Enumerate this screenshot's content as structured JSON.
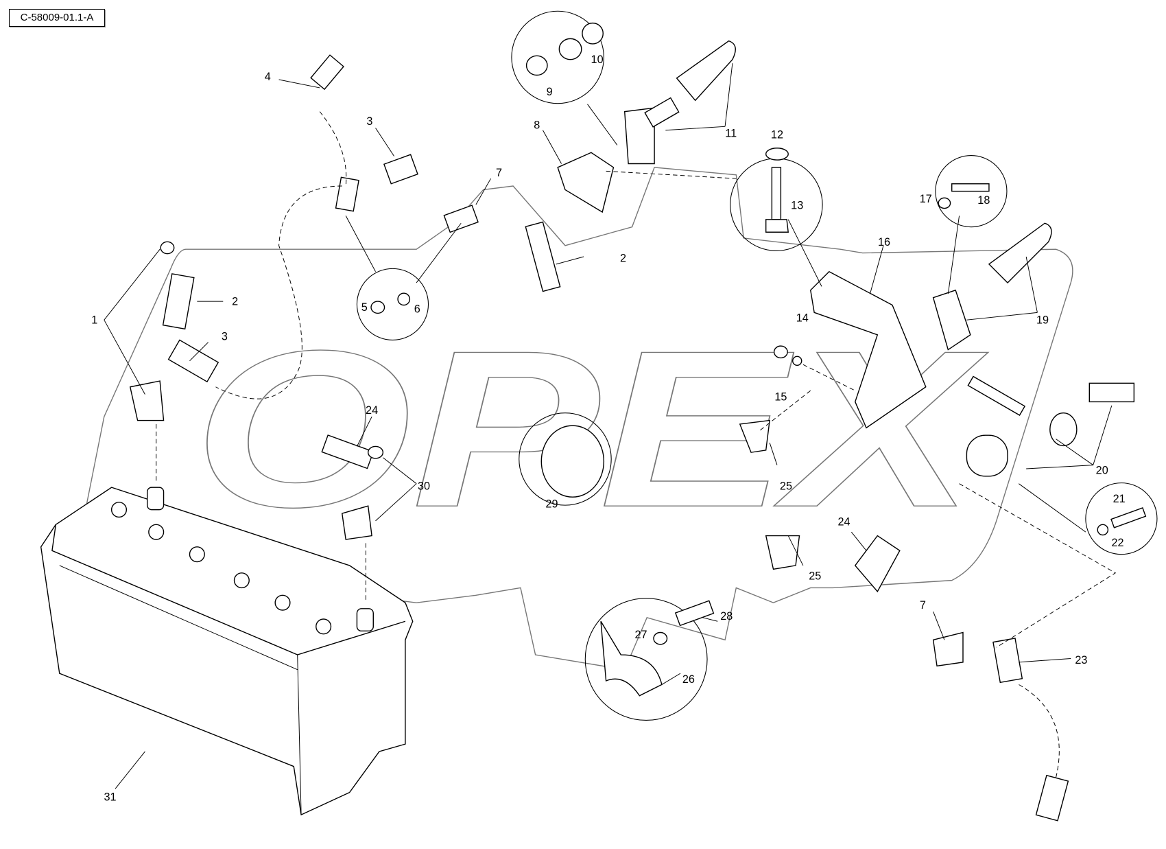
{
  "drawing": {
    "reference_code": "C-58009-01.1-A",
    "watermark": "OPEX",
    "callouts": [
      "1",
      "2",
      "3",
      "4",
      "3",
      "7",
      "5",
      "6",
      "8",
      "9",
      "10",
      "11",
      "12",
      "13",
      "2",
      "16",
      "17",
      "18",
      "19",
      "14",
      "15",
      "24",
      "30",
      "29",
      "25",
      "20",
      "21",
      "22",
      "24",
      "25",
      "28",
      "27",
      "26",
      "7",
      "23",
      "31"
    ]
  }
}
